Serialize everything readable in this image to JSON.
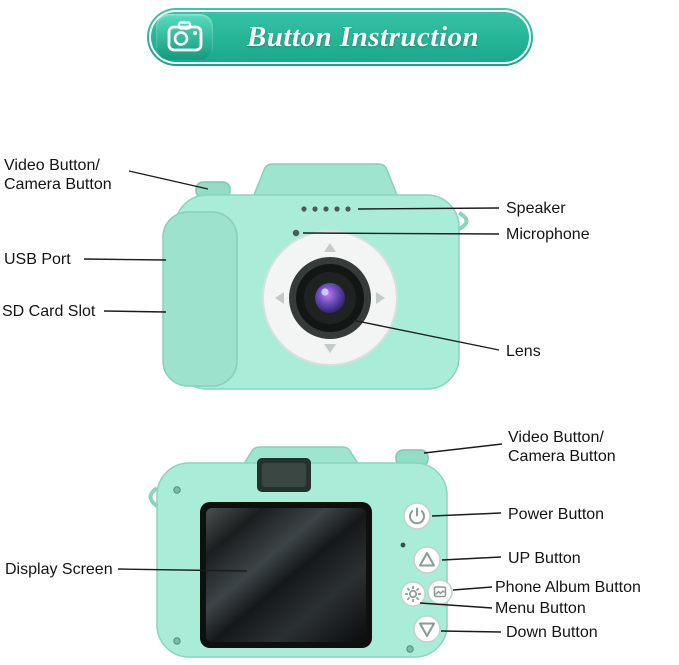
{
  "header": {
    "title": "Button Instruction",
    "icon": "camera-icon",
    "accent_color": "#23b598"
  },
  "front_view": {
    "video_button_line1": "Video Button/",
    "video_button_line2": "Camera Button",
    "usb_port": "USB Port",
    "sd_card_slot": "SD Card Slot",
    "speaker": "Speaker",
    "microphone": "Microphone",
    "lens": "Lens"
  },
  "back_view": {
    "video_button_line1": "Video Button/",
    "video_button_line2": "Camera Button",
    "power_button": "Power Button",
    "up_button": "UP Button",
    "phone_album_button": "Phone Album Button",
    "menu_button": "Menu Button",
    "down_button": "Down Button",
    "display_screen": "Display Screen"
  },
  "icons": {
    "header": "camera-icon",
    "power": "power-icon",
    "up": "arrow-up-icon",
    "menu": "gear-icon",
    "album": "photo-icon",
    "down": "arrow-down-icon"
  },
  "colors": {
    "camera_body": "#a8ead5",
    "camera_grip": "#9ce2cd",
    "banner_green": "#23b598",
    "screen_dark": "#121416",
    "lens_purple": "#5b3fb0"
  }
}
